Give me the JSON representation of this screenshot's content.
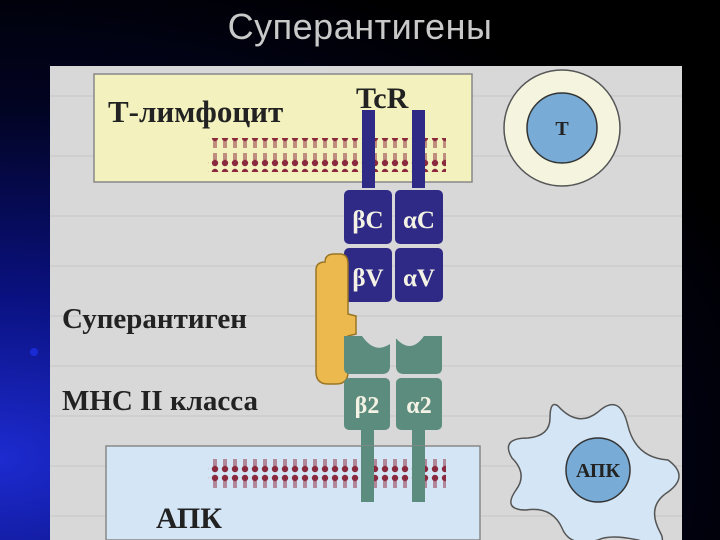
{
  "slide": {
    "title": "Суперантигены"
  },
  "diagram": {
    "t_cell_label": "Т-лимфоцит",
    "tcr_label": "TcR",
    "t_circle_label": "T",
    "beta_c": "βC",
    "alpha_c": "αC",
    "beta_v": "βV",
    "alpha_v": "αV",
    "superantigen_label": "Суперантиген",
    "mhc_label": "МНС II класса",
    "beta2": "β2",
    "alpha2": "α2",
    "apc_label": "АПК",
    "apc_cell_label": "АПК"
  },
  "colors": {
    "tcell_membrane": "#f3f2bf",
    "apc_membrane": "#d4e6f5",
    "tcr_chain": "#2e2a86",
    "mhc_chain": "#5c8c7e",
    "superantigen": "#ebb94e",
    "lipid": "#8b2a3e",
    "t_cell_nucleus": "#78acd6"
  }
}
